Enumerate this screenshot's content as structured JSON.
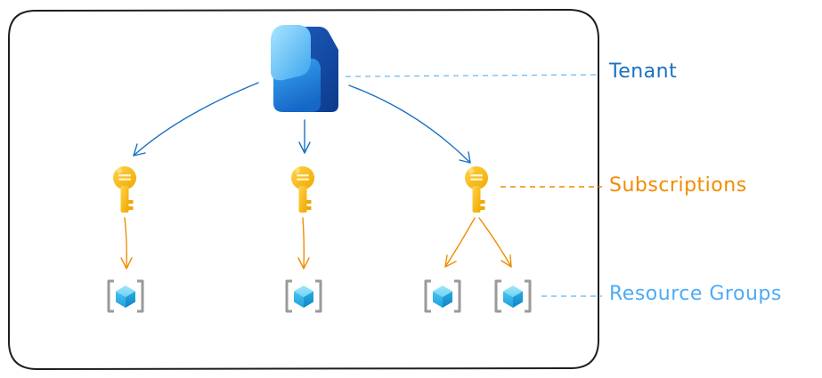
{
  "levels": {
    "tenant": {
      "label": "Tenant",
      "color": "#1971c2"
    },
    "subscriptions": {
      "label": "Subscriptions",
      "color": "#f08c00"
    },
    "resource_groups": {
      "label": "Resource Groups",
      "color": "#4dabf7"
    }
  },
  "icons": {
    "tenant": "entra-id-tenant-icon",
    "subscription": "subscription-key-icon",
    "resource_group": "resource-group-icon"
  },
  "colors": {
    "frame": "#1e1e1e",
    "tenant_arrow": "#1971c2",
    "subscription_arrow": "#f08c00",
    "leader_blue": "#74c0fc",
    "leader_orange": "#f08c00"
  },
  "counts": {
    "subscriptions": 3,
    "resource_groups": 4
  }
}
